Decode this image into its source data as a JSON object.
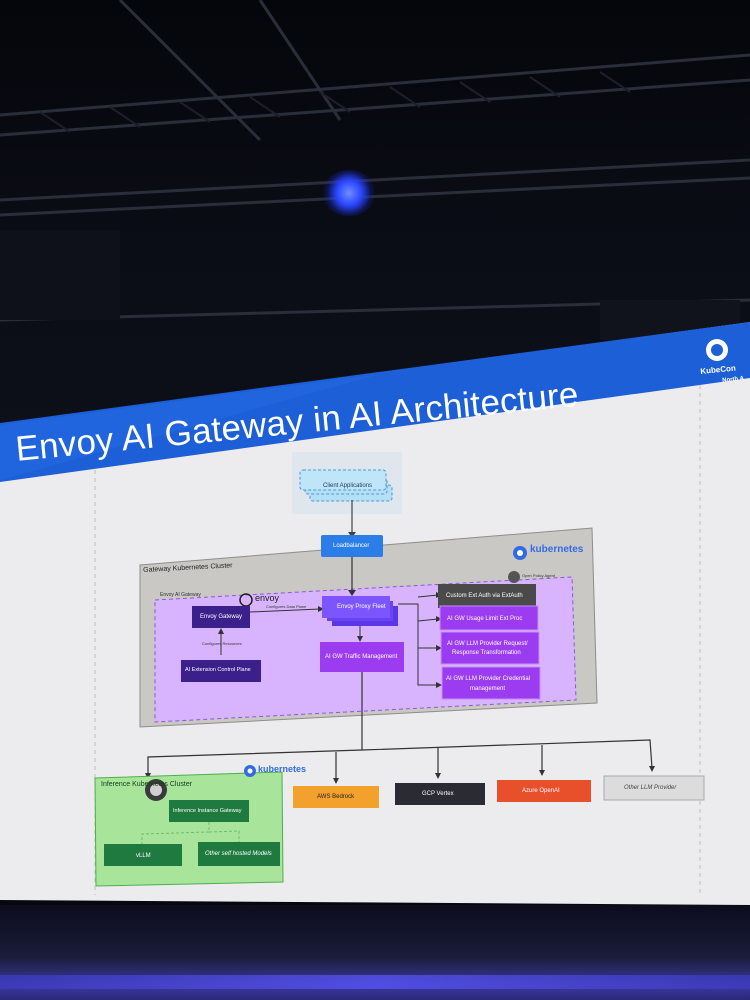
{
  "slide": {
    "title": "Envoy AI Gateway in AI Architecture",
    "event_brand": "KubeCon",
    "event_sub": "North A"
  },
  "diagram": {
    "client_applications": "Client Applications",
    "loadbalancer": "Loadbalancer",
    "gateway_cluster_label": "Gateway Kubernetes Cluster",
    "kubernetes_brand_1": "kubernetes",
    "envoy_ai_gateway_label": "Envoy AI Gateway",
    "envoy_brand": "envoy",
    "envoy_gateway": "Envoy Gateway",
    "configures_data_plane": "Configures Data Plane",
    "configures_resources": "Configures Resources",
    "ai_extension_control_plane": "AI Extension Control Plane",
    "envoy_proxy_fleet": "Envoy Proxy Fleet",
    "ai_gw_traffic_management": "AI GW Traffic Management",
    "open_policy_agent": "Open Policy Agent",
    "custom_ext_auth": "Custom Ext Auth via ExtAuth",
    "usage_limit": "AI GW Usage Limit Ext Proc",
    "provider_transform_1": "AI GW LLM Provider Request/",
    "provider_transform_2": "Response Transformation",
    "credential_mgmt_1": "AI GW LLM Provider Credential",
    "credential_mgmt_2": "management",
    "inference_cluster_label": "Inference Kubernetes Cluster",
    "kubernetes_brand_2": "kubernetes",
    "inference_instance_gateway": "Inference Instance Gateway",
    "vllm": "vLLM",
    "other_self_hosted": "Other self hosted Models",
    "aws_bedrock": "AWS Bedrock",
    "gcp_vertex": "GCP Vertex",
    "azure_openai": "Azure OpenAI",
    "other_llm_provider": "Other LLM Provider"
  },
  "colors": {
    "slide_blue": "#1c5fd6",
    "purple_region": "#d8b4fe",
    "dark_purple_box": "#3b1f8a",
    "violet_box": "#9b3cf0",
    "loadbalancer_blue": "#2b7de8",
    "green_region": "#a8e59a",
    "green_box": "#1f7a3f",
    "aws_orange": "#f2a12c",
    "gcp_dark": "#2a2b33",
    "azure_red": "#e8502c",
    "other_grey": "#dcdcdc"
  }
}
